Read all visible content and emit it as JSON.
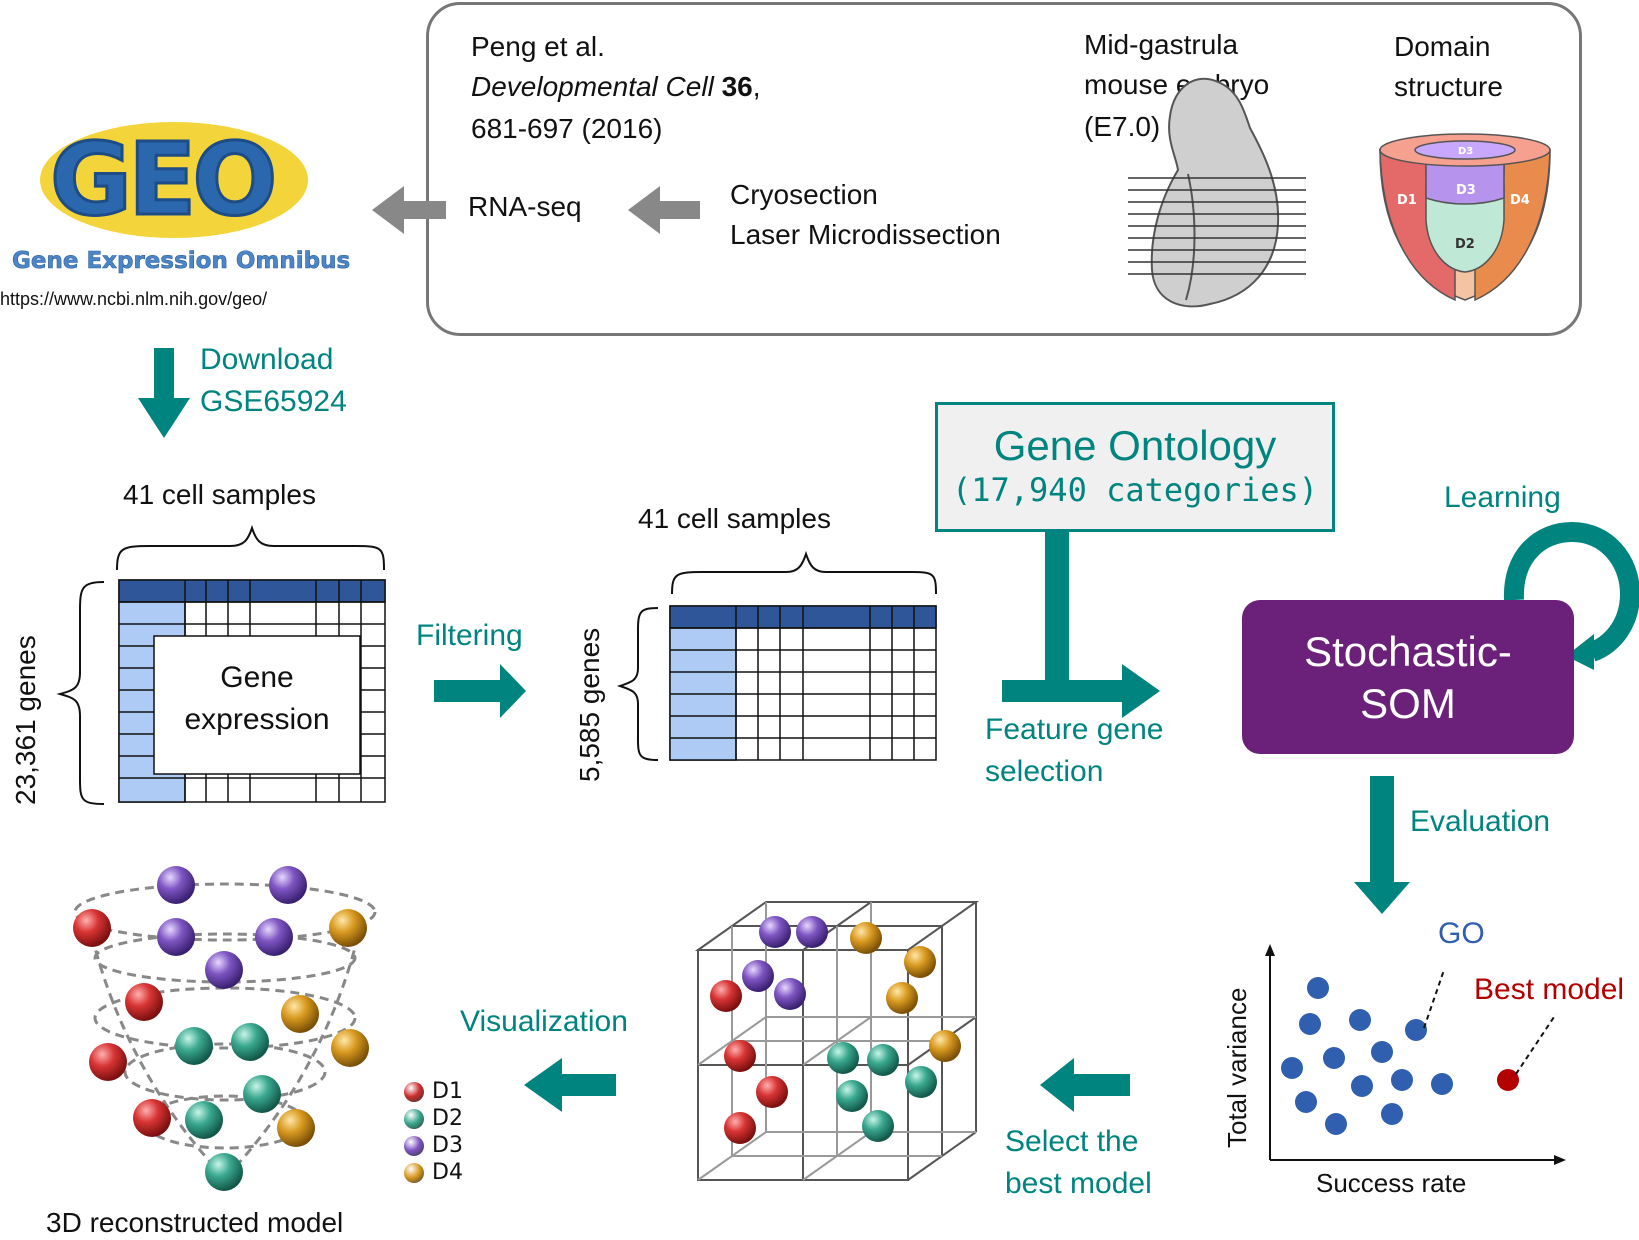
{
  "reference": {
    "authors": "Peng et al.",
    "journal": "Developmental Cell",
    "volume": "36",
    "pages_year": "681-697 (2016)"
  },
  "embryo": {
    "title_line1": "Mid-gastrula",
    "title_line2": "mouse embryo",
    "title_line3": "(E7.0)"
  },
  "domain_structure": {
    "title_line1": "Domain",
    "title_line2": "structure",
    "labels": [
      "D3",
      "D3",
      "D1",
      "D4",
      "D2"
    ]
  },
  "pipeline": {
    "rna_seq": "RNA-seq",
    "cryosection": "Cryosection",
    "laser": "Laser Microdissection",
    "geo_name": "Gene Expression Omnibus",
    "geo_logo": "GEO",
    "geo_url": "https://www.ncbi.nlm.nih.gov/geo/",
    "download_line1": "Download",
    "download_line2": "GSE65924",
    "samples_label_1": "41 cell samples",
    "genes_label_1": "23,361 genes",
    "gene_expr_line1": "Gene",
    "gene_expr_line2": "expression",
    "filtering": "Filtering",
    "samples_label_2": "41 cell samples",
    "genes_label_2": "5,585 genes",
    "go_title": "Gene Ontology",
    "go_subtitle": "(17,940 categories)",
    "feature_line1": "Feature gene",
    "feature_line2": "selection",
    "learning": "Learning",
    "som_line1": "Stochastic-",
    "som_line2": "SOM",
    "evaluation": "Evaluation",
    "select_line1": "Select the",
    "select_line2": "best model",
    "visualization": "Visualization",
    "model_3d": "3D reconstructed model"
  },
  "legend": [
    {
      "label": "D1",
      "color": "#cc2f2f"
    },
    {
      "label": "D2",
      "color": "#3aa88f"
    },
    {
      "label": "D3",
      "color": "#7e55c2"
    },
    {
      "label": "D4",
      "color": "#d99a20"
    }
  ],
  "scatter": {
    "xlabel": "Success rate",
    "ylabel": "Total variance",
    "go_label": "GO",
    "best_label": "Best model",
    "go_color": "#2f5fae",
    "best_color": "#b30000"
  },
  "colors": {
    "teal": "#00847f",
    "purple": "#6b2179",
    "matrix_header": "#2e5699",
    "matrix_side": "#aecbf5",
    "grey_arrow": "#888888"
  }
}
